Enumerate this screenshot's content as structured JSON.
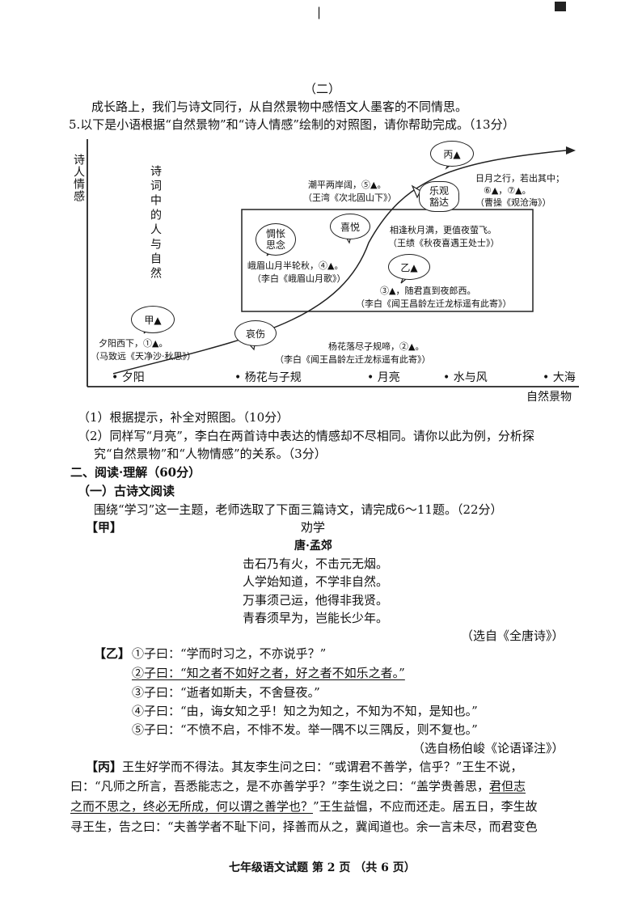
{
  "top_mark": "|",
  "section_heading": "（二）",
  "intro_text": "成长路上，我们与诗文同行，从自然景物中感悟文人墨客的不同情思。",
  "q5": {
    "stem": "5.以下是小语根据“自然景物”和“诗人情感”绘制的对照图，请你帮助完成。（13分）",
    "y_axis_label": "诗人情感",
    "inner_label": "诗词中的人与自然",
    "x_axis_label": "自然景物",
    "x_categories": [
      "• 夕阳",
      "• 杨花与子规",
      "• 月亮",
      "• 水与风",
      "• 大海"
    ],
    "bubbles": {
      "jia": "甲▲",
      "bing": "丙▲",
      "yi": "乙▲",
      "aishang": "哀伤",
      "xixi": "喜悦",
      "leguan": "乐观\n豁达",
      "kuangyong": "惆怅\n思念"
    },
    "entries": {
      "e1_line": "夕阳西下，①▲。",
      "e1_src": "（马致远《天净沙·秋思》）",
      "e2_line": "杨花落尽子规啼，②▲。",
      "e2_src": "（李白《闻王昌龄左迁龙标遥有此寄》）",
      "e3_line": "③▲，随君直到夜郎西。",
      "e3_src": "（李白《闻王昌龄左迁龙标遥有此寄》）",
      "e4_line": "峨眉山月半轮秋，④▲。",
      "e4_src": "（李白《峨眉山月歌》）",
      "e5_line": "潮平两岸阔，⑤▲。",
      "e5_src": "（王湾《次北固山下》）",
      "e6_line": "相逢秋月满，更值夜萤飞。",
      "e6_src": "（王绩《秋夜喜遇王处士》）",
      "e7_line": "日月之行，若出其中；",
      "e7_line2": "⑥▲，⑦▲。",
      "e7_src": "（曹操《观沧海》）"
    },
    "sub1": "（1）根据提示，补全对照图。（10分）",
    "sub2_l1": "（2）同样写“月亮”，李白在两首诗中表达的情感却不尽相同。请你以此为例，分析探",
    "sub2_l2": "究“自然景物”和“人物情感”的关系。（3分）"
  },
  "part2_heading": "二、阅读·理解（60分）",
  "part2_sub": "（一）古诗文阅读",
  "part2_intro": "围绕“学习”这一主题，老师选取了下面三篇诗文，请完成6～11题。（22分）",
  "jia": {
    "tag": "【甲】",
    "title": "劝学",
    "author": "唐·孟郊",
    "lines": [
      "击石乃有火，不击元无烟。",
      "人学始知道，不学非自然。",
      "万事须己运，他得非我贤。",
      "青春须早为，岂能长少年。"
    ],
    "source": "（选自《全唐诗》）"
  },
  "yi": {
    "tag": "【乙】",
    "lines": [
      "①子曰：“学而时习之，不亦说乎？”",
      "②子曰：“知之者不如好之者，好之者不如乐之者。”",
      "③子曰：“逝者如斯夫，不舍昼夜。”",
      "④子曰：“由，诲女知之乎！知之为知之，不知为不知，是知也。”",
      "⑤子曰：“不愤不启，不悱不发。举一隅不以三隅反，则不复也。”"
    ],
    "source": "（选自杨伯峻《论语译注》）"
  },
  "bing": {
    "tag": "【丙】",
    "l1": "王生好学而不得法。其友李生问之曰：“或谓君不善学，信乎？”王生不说，",
    "l2a": "曰：“凡师之所言，吾悉能志之，是不亦善学乎？”李生说之曰：“盖学贵善思，",
    "l2b": "君但志",
    "l3a": "之而不思之，终必无所成，何以谓之善学也？",
    "l3b": "”王生益愠，不应而还走。居五日，李生故",
    "l4": "寻王生，告之曰：“夫善学者不耻下问，择善而从之，冀闻道也。余一言未尽，而君变色"
  },
  "footer": "七年级语文试题  第 2 页  （共 6 页）"
}
